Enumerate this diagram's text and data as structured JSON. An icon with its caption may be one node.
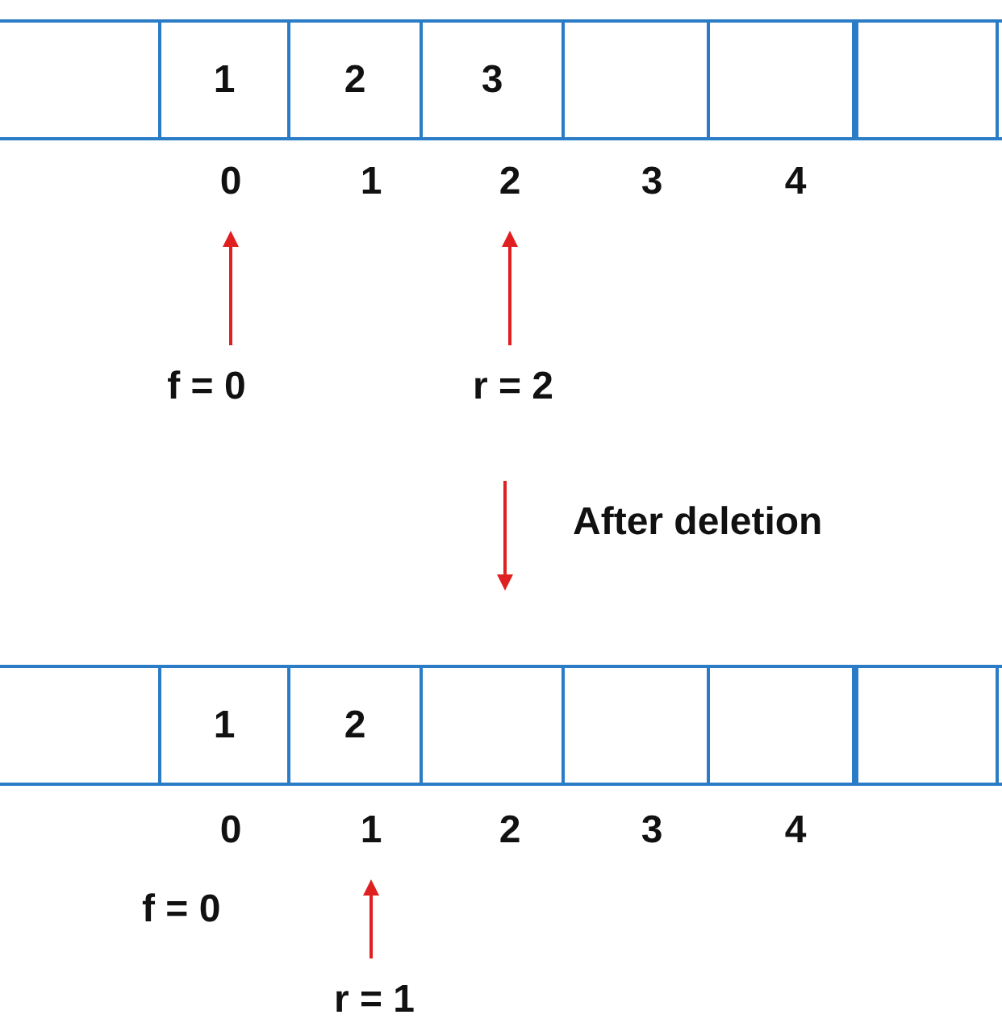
{
  "diagram": {
    "nodes": [
      {
        "text": [],
        "shape": "bar"
      },
      {
        "text": [],
        "shape": "box",
        "in": 0
      },
      {
        "text": [
          "1"
        ],
        "in": 0
      },
      {
        "text": [
          "2"
        ],
        "in": 0
      },
      {
        "text": [
          "3"
        ],
        "in": 0
      },
      {
        "text": [],
        "shape": "box",
        "in": 0
      },
      {
        "text": [],
        "shape": "box",
        "in": 0
      },
      {
        "text": [],
        "shape": "box",
        "in": 0
      },
      {
        "text": [
          "0"
        ]
      },
      {
        "text": [
          "1"
        ]
      },
      {
        "text": [
          "2"
        ]
      },
      {
        "text": [
          "3"
        ]
      },
      {
        "text": [
          "4"
        ]
      },
      {
        "text": [
          "f = 0"
        ]
      },
      {
        "text": [
          "r = 2"
        ]
      },
      {
        "text": [],
        "shape": "bar"
      },
      {
        "text": [],
        "shape": "box",
        "in": 15
      },
      {
        "text": [
          "1"
        ],
        "in": 15
      },
      {
        "text": [
          "2"
        ],
        "in": 15
      },
      {
        "text": [],
        "shape": "box",
        "in": 15
      },
      {
        "text": [],
        "shape": "box",
        "in": 15
      },
      {
        "text": [],
        "shape": "box",
        "in": 15
      },
      {
        "text": [],
        "shape": "box",
        "in": 15
      },
      {
        "text": [
          "0"
        ]
      },
      {
        "text": [
          "1"
        ]
      },
      {
        "text": [
          "2"
        ]
      },
      {
        "text": [
          "3"
        ]
      },
      {
        "text": [
          "4"
        ]
      },
      {
        "text": [
          "r = 1"
        ]
      }
    ],
    "edges": [
      {
        "from": 13,
        "to": 8,
        "arrow": "to"
      },
      {
        "from": 14,
        "to": 10,
        "arrow": "to"
      },
      {
        "from": 28,
        "to": 24,
        "arrow": "to"
      }
    ],
    "labels": [
      "After deletion",
      "f = 0"
    ]
  }
}
